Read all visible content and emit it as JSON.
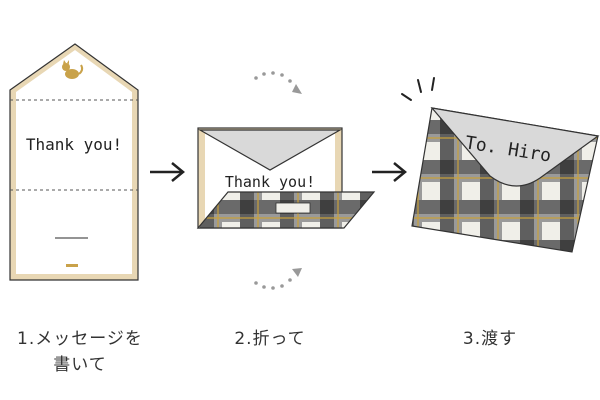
{
  "card1": {
    "message": "Thank you!"
  },
  "card2": {
    "message": "Thank you!"
  },
  "card3": {
    "address": "To. Hiro"
  },
  "steps": [
    {
      "label_line1": "1.メッセージを",
      "label_line2": "書いて"
    },
    {
      "label_line1": "2.折って"
    },
    {
      "label_line1": "3.渡す"
    }
  ],
  "colors": {
    "kraft": "#e8d7b4",
    "plaid_dark": "#5f5f5f",
    "plaid_light": "#bdbdbd",
    "plaid_accent": "#c8a03a",
    "envelope_gray": "#d9d9d9",
    "cat": "#c9a24a"
  },
  "icons": [
    "cat-icon",
    "arrow-right-icon",
    "rotate-arrow-icon",
    "sparkle-lines-icon"
  ]
}
